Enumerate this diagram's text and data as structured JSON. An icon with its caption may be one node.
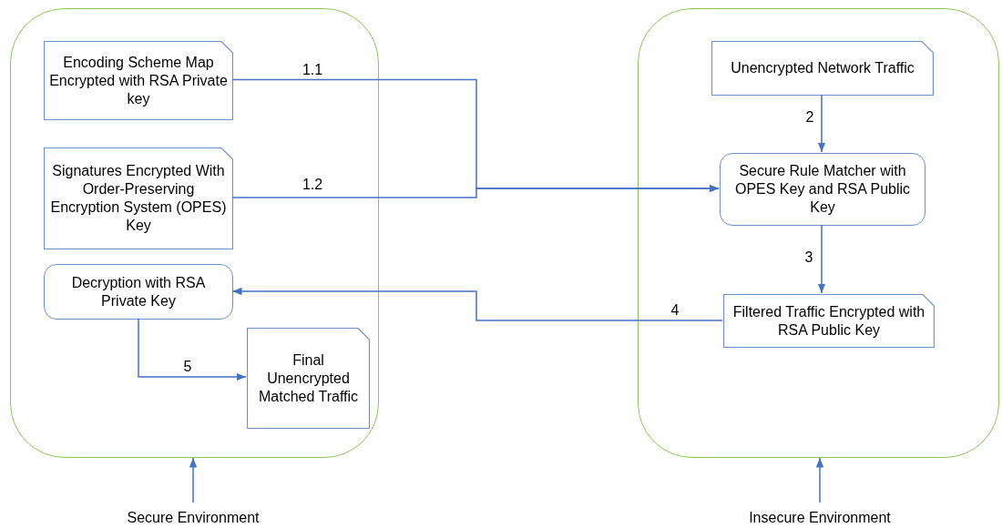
{
  "diagram": {
    "nodes": [
      {
        "text": [],
        "shape": "box"
      },
      {
        "text": [
          "Encoding Scheme Map Encrypted with RSA Private key"
        ],
        "in": 0
      },
      {
        "text": [
          "Signatures Encrypted With Order-Preserving Encryption System (OPES) Key"
        ],
        "in": 0
      },
      {
        "text": [
          "Decryption with RSA Private Key"
        ],
        "in": 0
      },
      {
        "text": [
          "Final Unencrypted Matched Traffic"
        ],
        "in": 0
      },
      {
        "text": [],
        "shape": "box"
      },
      {
        "text": [
          "Unencrypted Network Traffic"
        ],
        "in": 5
      },
      {
        "text": [
          "Secure Rule Matcher with OPES Key and RSA Public Key"
        ],
        "in": 5
      },
      {
        "text": [
          "Filtered Traffic Encrypted with RSA Public Key"
        ],
        "in": 5
      },
      {
        "text": [
          "Secure Environment"
        ]
      },
      {
        "text": [
          "Insecure Environment"
        ]
      }
    ],
    "edges": [
      {
        "from": 1,
        "to": 7,
        "label": "1.1",
        "arrow": "to"
      },
      {
        "from": 2,
        "to": 7,
        "label": "1.2",
        "arrow": "to"
      },
      {
        "from": 6,
        "to": 7,
        "label": "2",
        "arrow": "to"
      },
      {
        "from": 7,
        "to": 8,
        "label": "3",
        "arrow": "to"
      },
      {
        "from": 8,
        "to": 3,
        "label": "4",
        "arrow": "to"
      },
      {
        "from": 3,
        "to": 4,
        "label": "5",
        "arrow": "to"
      },
      {
        "from": 9,
        "to": 0,
        "arrow": "to"
      },
      {
        "from": 10,
        "to": 5,
        "arrow": "to"
      }
    ]
  }
}
